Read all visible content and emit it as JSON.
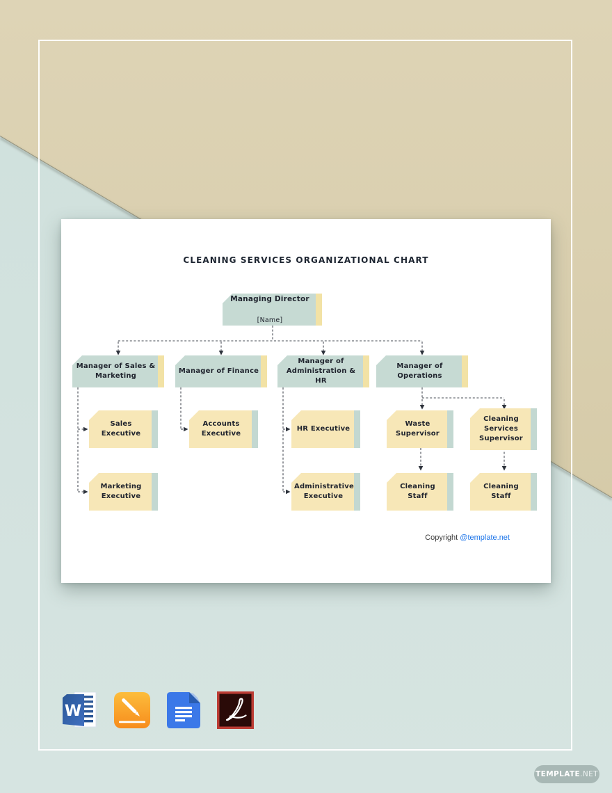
{
  "page": {
    "colors": {
      "background_top": "#dcd2b2",
      "background_bottom": "#d2e1de",
      "card": "#ffffff",
      "teal_box": "#c6dad3",
      "yellow_box": "#f7e7b7",
      "teal_strip": "#c3d8d1",
      "yellow_strip": "#f2e2a5",
      "connector": "#474c55",
      "title_text": "#1c2430",
      "link_blue": "#1a73e8"
    },
    "watermark": {
      "bold": "TEMPLATE",
      "suffix": ".NET"
    }
  },
  "chart": {
    "title": "CLEANING SERVICES ORGANIZATIONAL CHART",
    "nodes": {
      "managing_director": {
        "title": "Managing Director",
        "subtitle": "[Name]"
      },
      "manager_sales_marketing": {
        "title": "Manager of Sales &\nMarketing"
      },
      "manager_finance": {
        "title": "Manager of Finance"
      },
      "manager_admin_hr": {
        "title": "Manager of\nAdministration & HR"
      },
      "manager_operations": {
        "title": "Manager of\nOperations"
      },
      "sales_executive": {
        "title": "Sales\nExecutive"
      },
      "marketing_executive": {
        "title": "Marketing\nExecutive"
      },
      "accounts_executive": {
        "title": "Accounts\nExecutive"
      },
      "hr_executive": {
        "title": "HR Executive"
      },
      "administrative_executive": {
        "title": "Administrative\nExecutive"
      },
      "waste_supervisor": {
        "title": "Waste\nSupervisor"
      },
      "cleaning_services_supervisor": {
        "title": "Cleaning\nServices\nSupervisor"
      },
      "cleaning_staff_1": {
        "title": "Cleaning Staff"
      },
      "cleaning_staff_2": {
        "title": "Cleaning Staff"
      }
    },
    "copyright": {
      "prefix": "Copyright ",
      "link": "@template.net"
    }
  },
  "footer": {
    "icons": [
      {
        "name": "Microsoft Word",
        "letter": "W"
      },
      {
        "name": "Apple Pages"
      },
      {
        "name": "Google Docs"
      },
      {
        "name": "Adobe PDF"
      }
    ]
  }
}
